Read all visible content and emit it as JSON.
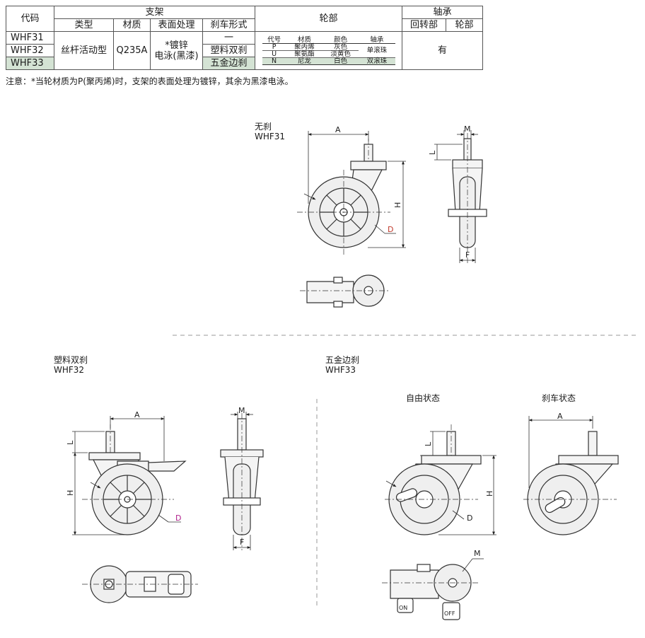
{
  "table": {
    "h_code": "代码",
    "h_bracket": "支架",
    "h_wheel": "轮部",
    "h_bearing": "轴承",
    "h_type": "类型",
    "h_material": "材质",
    "h_surface": "表面处理",
    "h_brake": "刹车形式",
    "h_swivel": "回转部",
    "h_wheelpart": "轮部",
    "codes": [
      "WHF31",
      "WHF32",
      "WHF33"
    ],
    "type_value": "丝杆活动型",
    "material_value": "Q235A",
    "surface_line1": "*镀锌",
    "surface_line2": "电泳(黑漆)",
    "brake_values": [
      "一",
      "塑料双刹",
      "五金边刹"
    ],
    "bearing_value": "有",
    "wheel_sub": {
      "headers": [
        "代号",
        "材质",
        "颜色",
        "轴承"
      ],
      "rows": [
        [
          "P",
          "聚丙烯",
          "灰色"
        ],
        [
          "U",
          "聚氨酯",
          "淡黄色"
        ],
        [
          "N",
          "尼龙",
          "白色",
          "双滚珠"
        ]
      ],
      "bearing_merged": "单滚珠"
    }
  },
  "note": "注意：*当轮材质为P(聚丙烯)时，支架的表面处理为镀锌，其余为黑漆电泳。",
  "figures": {
    "whf31": {
      "label1": "无刹",
      "label2": "WHF31"
    },
    "whf32": {
      "label1": "塑料双刹",
      "label2": "WHF32"
    },
    "whf33": {
      "label1": "五金边刹",
      "label2": "WHF33",
      "state_free": "自由状态",
      "state_brake": "刹车状态"
    }
  },
  "dims": {
    "A": "A",
    "M": "M",
    "L": "L",
    "H": "H",
    "D": "D",
    "F": "F",
    "on": "ON",
    "off": "OFF"
  },
  "colors": {
    "grid_border": "#555555",
    "highlight": "#d4e3d4",
    "dim_red": "#c0392b",
    "dim_magenta": "#b0208c",
    "wheel_fill": "#efefef"
  }
}
